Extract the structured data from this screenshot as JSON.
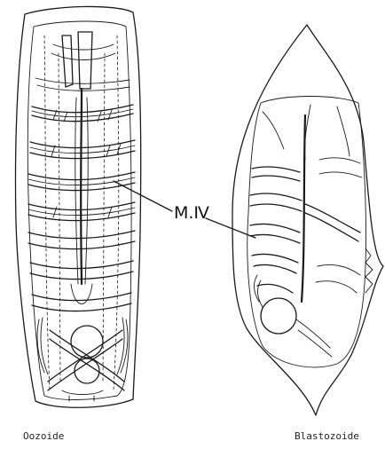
{
  "figure": {
    "callout_label": "M.Ⅳ",
    "captions": {
      "left": "Oozoide",
      "right": "Blastozoide"
    }
  }
}
